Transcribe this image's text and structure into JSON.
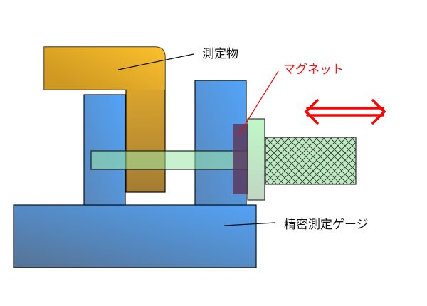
{
  "labels": {
    "object": "測定物",
    "magnet": "マグネット",
    "gauge": "精密測定ゲージ"
  },
  "colors": {
    "blue": "#4f93dc",
    "orange": "#f0b22a",
    "green": "#bdf2c4",
    "magnet": "#5a3a5e",
    "arrow": "#ff0000"
  }
}
